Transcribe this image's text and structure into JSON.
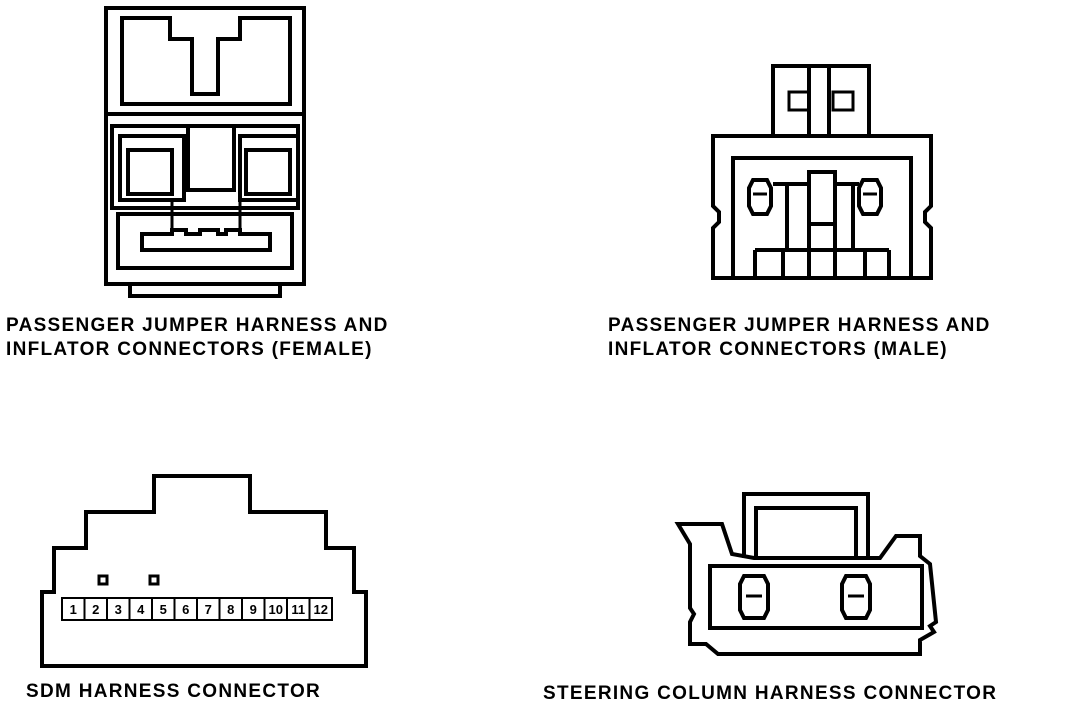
{
  "connectors": {
    "female": {
      "label_line1": "PASSENGER JUMPER HARNESS AND",
      "label_line2": "INFLATOR CONNECTORS (FEMALE)"
    },
    "male": {
      "label_line1": "PASSENGER JUMPER HARNESS AND",
      "label_line2": "INFLATOR CONNECTORS (MALE)"
    },
    "sdm": {
      "label": "SDM HARNESS CONNECTOR",
      "pins": [
        "1",
        "2",
        "3",
        "4",
        "5",
        "6",
        "7",
        "8",
        "9",
        "10",
        "11",
        "12"
      ]
    },
    "steering": {
      "label": "STEERING COLUMN HARNESS CONNECTOR"
    }
  },
  "colors": {
    "line": "#000000",
    "background": "#ffffff"
  }
}
